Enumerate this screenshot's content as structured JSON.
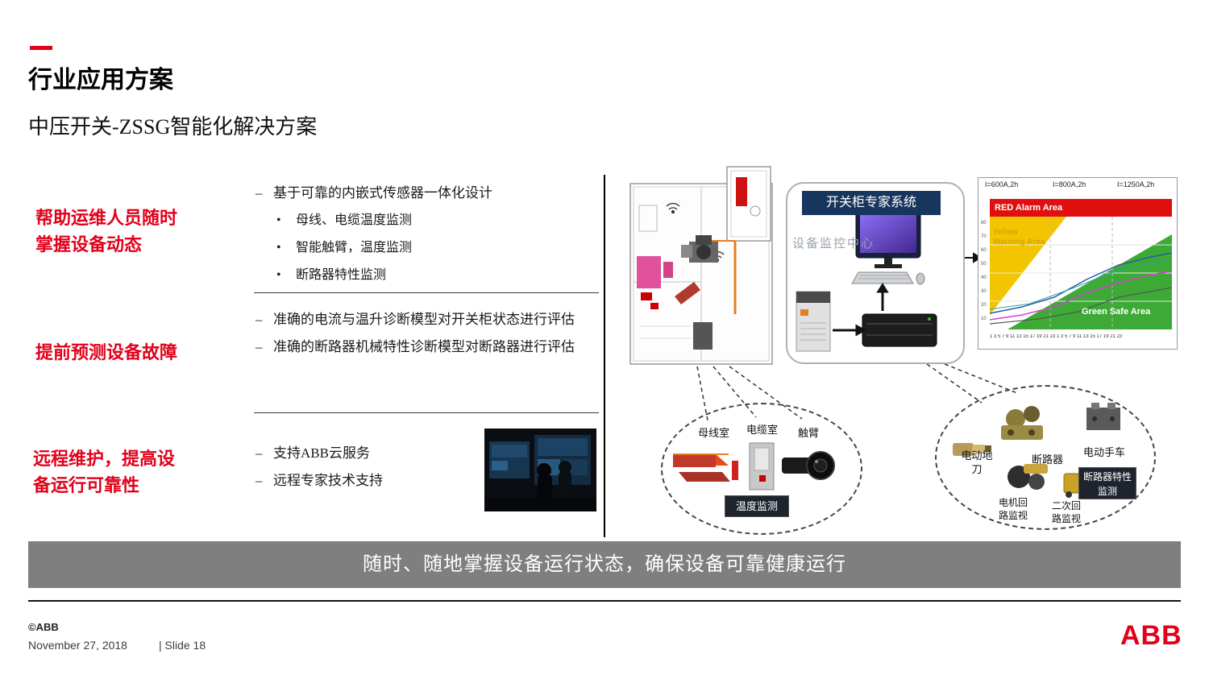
{
  "markers": {
    "dash": "–",
    "dot": "•"
  },
  "header": {
    "title": "行业应用方案",
    "subtitle": "中压开关-ZSSG智能化解决方案"
  },
  "sections": {
    "s1": {
      "heading": "帮助运维人员随时掌握设备动态",
      "point": "基于可靠的内嵌式传感器一体化设计",
      "subpoints": [
        "母线、电缆温度监测",
        "智能触臂，温度监测",
        "断路器特性监测"
      ]
    },
    "s2": {
      "heading": "提前预测设备故障",
      "points": [
        "准确的电流与温升诊断模型对开关柜状态进行评估",
        "准确的断路器机械特性诊断模型对断路器进行评估"
      ]
    },
    "s3": {
      "heading": "远程维护，提高设备运行可靠性",
      "points": [
        "支持ABB云服务",
        "远程专家技术支持"
      ]
    }
  },
  "diagram": {
    "expert_system": "开关柜专家系统",
    "monitoring_center": "设备监控中心",
    "chart": {
      "type": "line",
      "top_labels": [
        "I=600A,2h",
        "I=800A,2h",
        "I=1250A,2h"
      ],
      "zones": {
        "red": "RED Alarm Area",
        "yellow": "Yellow Warning Area",
        "green": "Green Safe Area"
      },
      "y_ticks": "80\n70\n60\n50\n40\n30\n20\n10",
      "x_ticks": "1 3 5 7 9 11 13 15 17 19 21 23 1 3 5 7 9 11 13 15 17 19 21 23"
    },
    "temperature_group": {
      "labels": [
        "母线室",
        "电缆室",
        "触臂"
      ],
      "box": "温度监测"
    },
    "breaker_group": {
      "labels": [
        "电动地刀",
        "断路器",
        "电动手车",
        "电机回路监视",
        "二次回路监视"
      ],
      "box": "断路器特性监测"
    }
  },
  "banner": "随时、随地掌握设备运行状态，确保设备可靠健康运行",
  "footer": {
    "copyright": "©ABB",
    "date": "November 27, 2018",
    "slide_number": "| Slide 18",
    "logo": "ABB"
  },
  "colors": {
    "abb_red": "#e2001a",
    "banner_gray": "#7f7f7f",
    "zone_red": "#e01010",
    "zone_yellow": "#f2c500",
    "zone_green": "#3daa35",
    "expert_navy": "#17365d"
  }
}
